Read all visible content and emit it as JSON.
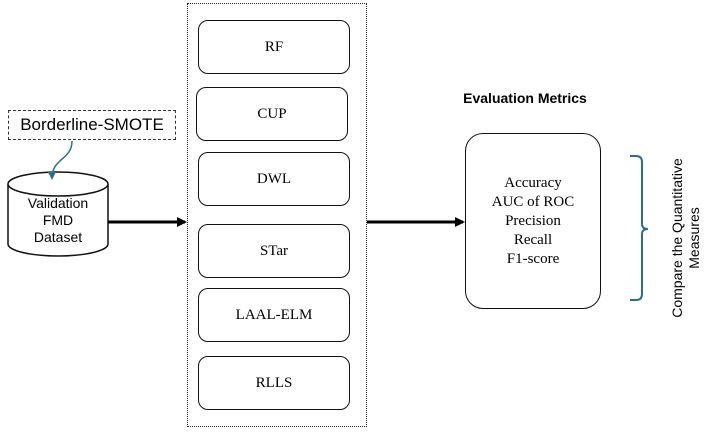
{
  "resampling": {
    "label": "Borderline-SMOTE"
  },
  "dataset": {
    "lines": [
      "Validation",
      "FMD",
      "Dataset"
    ]
  },
  "models": [
    {
      "label": "RF"
    },
    {
      "label": "CUP"
    },
    {
      "label": "DWL"
    },
    {
      "label": "STar"
    },
    {
      "label": "LAAL-ELM"
    },
    {
      "label": "RLLS"
    }
  ],
  "evaluation": {
    "title": "Evaluation Metrics",
    "metrics": [
      "Accuracy",
      "AUC of ROC",
      "Precision",
      "Recall",
      "F1-score"
    ]
  },
  "comparison": {
    "lines": [
      "Compare the Quantitative",
      "Measures"
    ]
  },
  "colors": {
    "curved_arrow": "#2a6f8f",
    "brace": "#2a6f8f",
    "arrows": "#000000"
  }
}
